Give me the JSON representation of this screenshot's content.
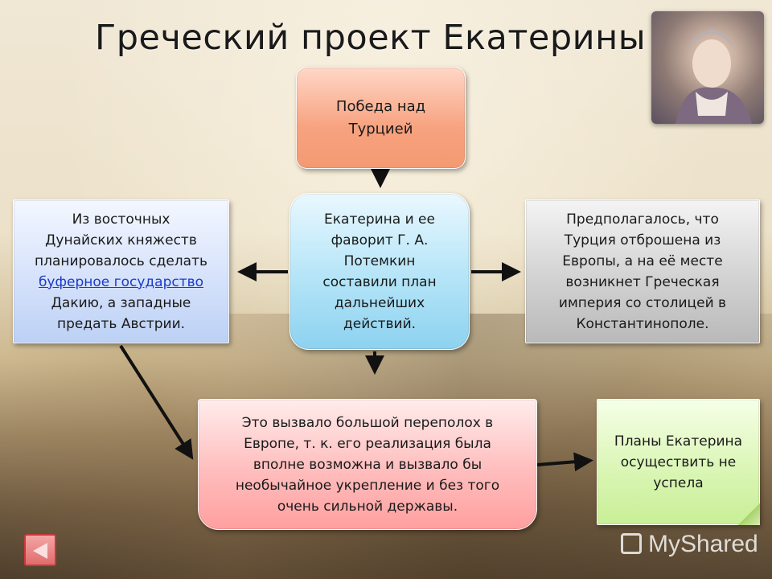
{
  "title": "Греческий проект Екатерины II",
  "boxes": {
    "victory": [
      "Победа над",
      "Турцией"
    ],
    "center": [
      "Екатерина  и ее",
      "фаворит Г. А.",
      "Потемкин",
      "составили план",
      "дальнейших",
      "действий."
    ],
    "left": {
      "line1": "Из восточных",
      "line2": "Дунайских княжеств",
      "line3": "планировалось сделать",
      "link": "буферное государство",
      "line5": "Дакию, а западные",
      "line6": "предать Австрии."
    },
    "right": [
      "Предполагалось, что",
      "Турция отброшена из",
      "Европы, а на её месте",
      "возникнет Греческая",
      "империя со столицей в",
      "Константинополе."
    ],
    "bottom": [
      "Это вызвало большой переполох в",
      "Европе, т. к. его реализация  была",
      "вполне возможна и вызвало бы",
      "необычайное укрепление и без того",
      "очень сильной державы."
    ],
    "plans": [
      "Планы Екатерина",
      "осуществить не",
      "успела"
    ]
  },
  "watermark": "MyShared",
  "icons": {
    "portrait": "portrait-image",
    "prev": "previous-slide-icon"
  },
  "colors": {
    "victory": "#f7a27f",
    "center": "#b8e6f8",
    "left": "#d6e2fb",
    "right": "#d2d2d2",
    "bottom": "#ffbdbd",
    "plans": "#dbf6b6",
    "link": "#1a3cc8"
  }
}
